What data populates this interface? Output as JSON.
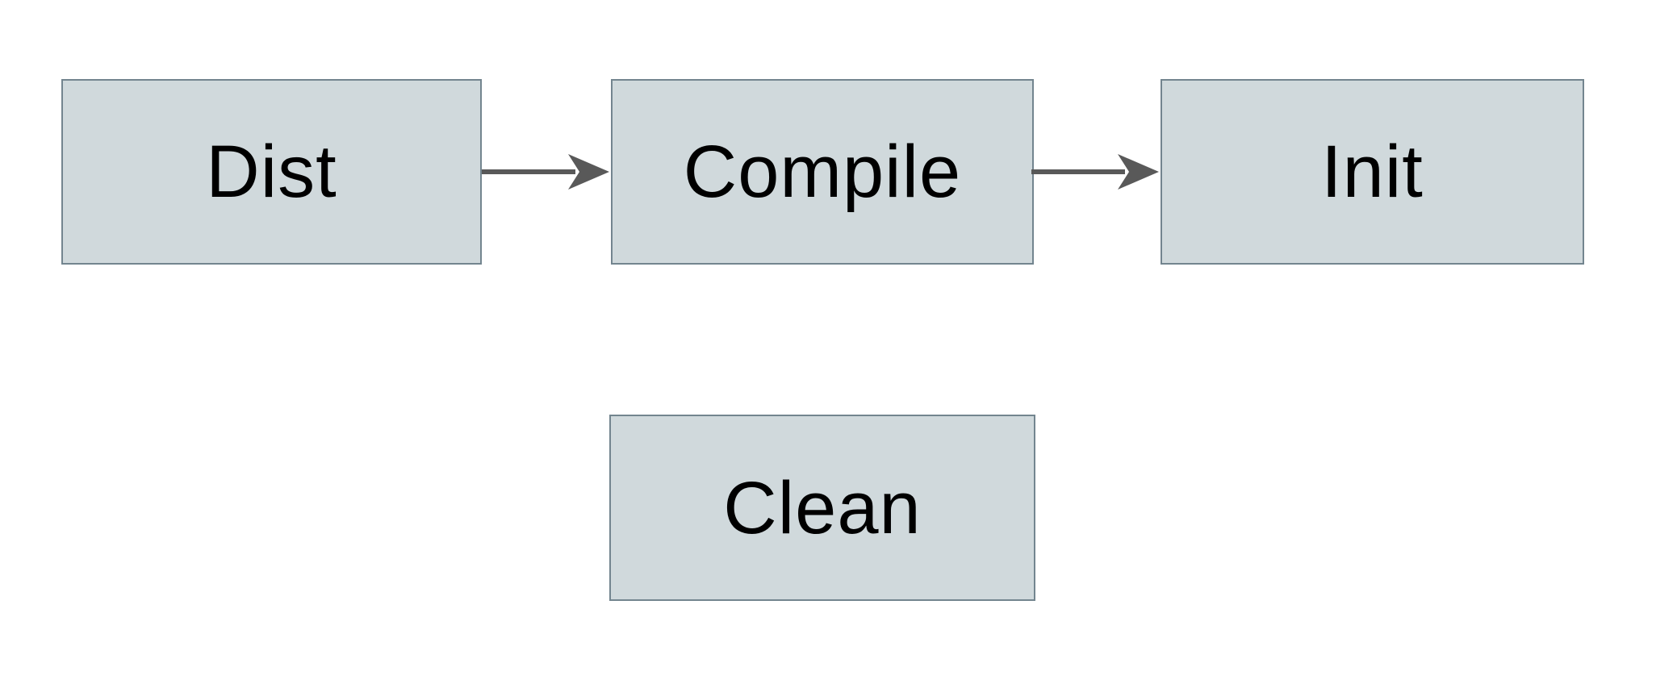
{
  "diagram": {
    "colors": {
      "background": "#ffffff",
      "node_fill": "#d0d9dc",
      "node_border": "#73858f",
      "arrow_color": "#595959",
      "text_color": "#000000"
    },
    "nodes": [
      {
        "id": "dist",
        "label": "Dist"
      },
      {
        "id": "compile",
        "label": "Compile"
      },
      {
        "id": "init",
        "label": "Init"
      },
      {
        "id": "clean",
        "label": "Clean"
      }
    ],
    "edges": [
      {
        "from": "Dist",
        "to": "Compile",
        "style": "solid-arrow-right"
      },
      {
        "from": "Compile",
        "to": "Init",
        "style": "solid-arrow-right"
      }
    ]
  }
}
